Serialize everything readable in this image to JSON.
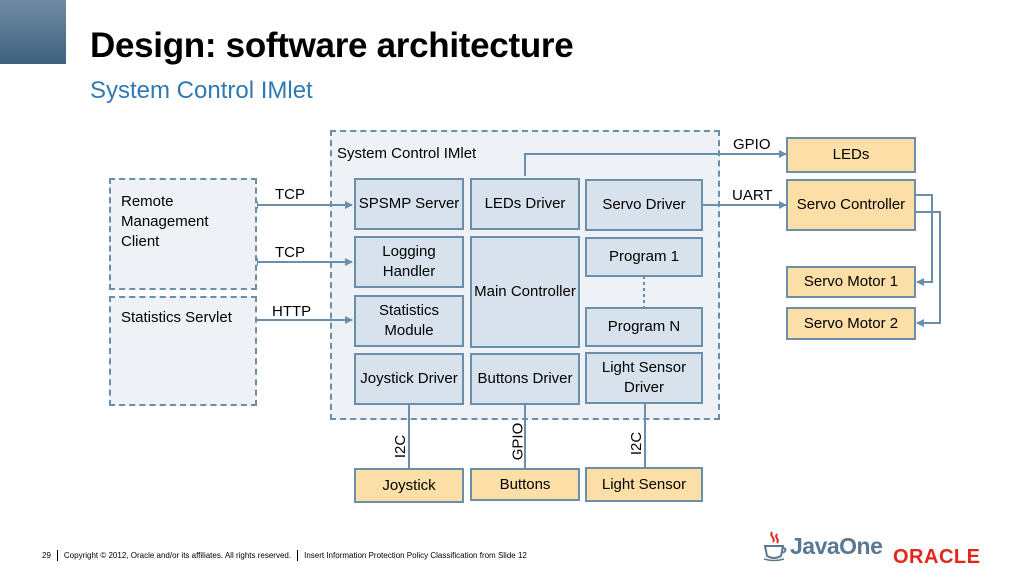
{
  "header": {
    "title": "Design: software architecture",
    "subtitle": "System Control IMlet"
  },
  "diagram": {
    "container_label": "System Control IMlet",
    "nodes": {
      "spsmp": "SPSMP Server",
      "leds_driver": "LEDs Driver",
      "servo_driver": "Servo Driver",
      "logging": "Logging Handler",
      "main_controller": "Main Controller",
      "program1": "Program 1",
      "statistics_module": "Statistics Module",
      "programN": "Program N",
      "joystick_driver": "Joystick Driver",
      "buttons_driver": "Buttons Driver",
      "light_sensor_driver": "Light Sensor Driver",
      "remote_client": "Remote Management Client",
      "statistics_servlet": "Statistics Servlet",
      "leds": "LEDs",
      "servo_controller": "Servo Controller",
      "servo_motor1": "Servo Motor 1",
      "servo_motor2": "Servo Motor 2",
      "joystick": "Joystick",
      "buttons": "Buttons",
      "light_sensor": "Light Sensor"
    },
    "edge_labels": {
      "tcp1": "TCP",
      "tcp2": "TCP",
      "http": "HTTP",
      "gpio_top": "GPIO",
      "uart": "UART",
      "i2c_left": "I2C",
      "gpio_bottom": "GPIO",
      "i2c_right": "I2C"
    }
  },
  "footer": {
    "page": "29",
    "copyright": "Copyright © 2012, Oracle and/or its affiliates. All rights reserved.",
    "classification": "Insert Information Protection Policy Classification from Slide 12",
    "javaone": "JavaOne",
    "oracle": "ORACLE"
  },
  "colors": {
    "title": "#000000",
    "subtitle": "#2f79b5",
    "box_fill": "#d7e2ec",
    "device_fill": "#fbdfa6",
    "border": "#6b8eaa",
    "oracle": "#e1261c"
  }
}
